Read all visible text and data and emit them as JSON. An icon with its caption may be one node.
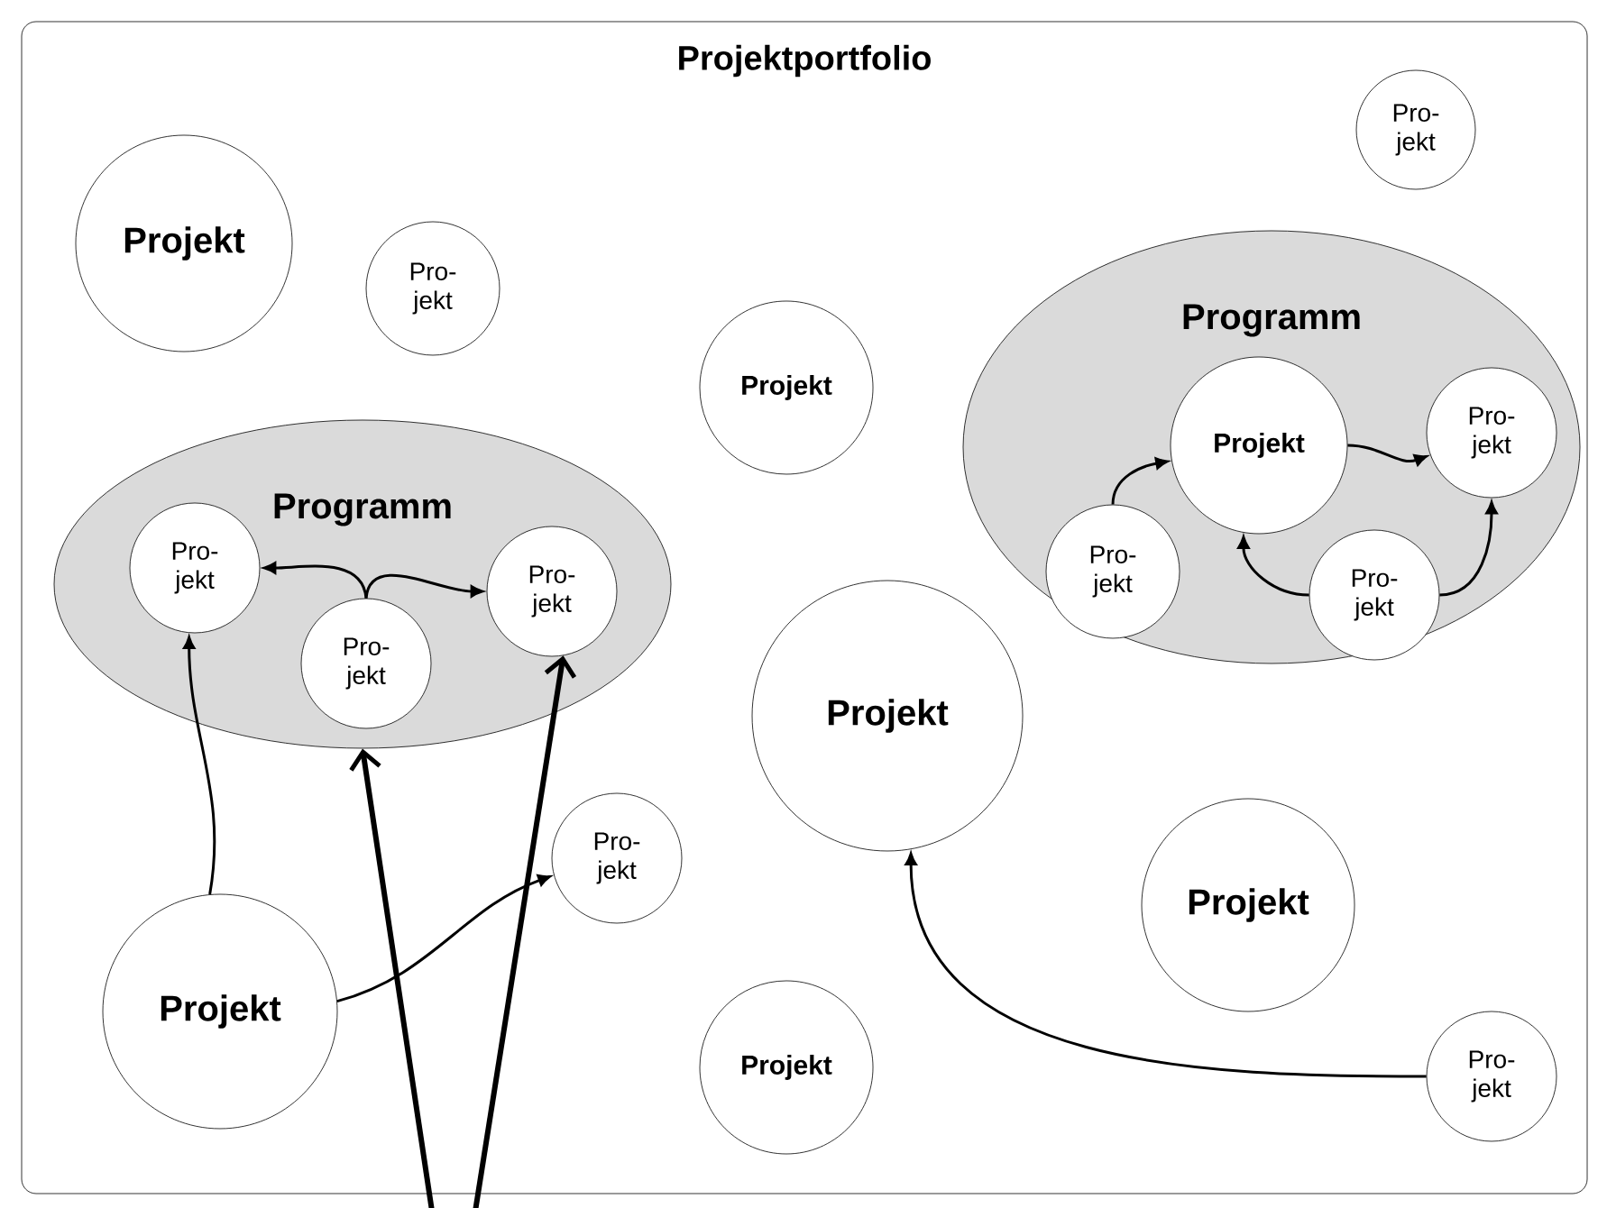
{
  "diagram": {
    "nodes": [
      {
        "text": [
          "Projektportfolio"
        ]
      },
      {
        "text": [
          "Projekt"
        ],
        "in": 0
      },
      {
        "text": [
          "Pro- jekt"
        ],
        "in": 0
      },
      {
        "text": [
          "Projekt"
        ],
        "in": 0
      },
      {
        "text": [
          "Pro- jekt"
        ],
        "in": 0
      },
      {
        "text": [
          "Programm"
        ],
        "in": 0
      },
      {
        "text": [
          "Pro- jekt"
        ],
        "in": 5
      },
      {
        "text": [
          "Pro- jekt"
        ],
        "in": 5
      },
      {
        "text": [
          "Pro- jekt"
        ],
        "in": 5
      },
      {
        "text": [
          "Programm"
        ],
        "in": 0
      },
      {
        "text": [
          "Pro- jekt"
        ],
        "in": 9
      },
      {
        "text": [
          "Projekt"
        ],
        "in": 9
      },
      {
        "text": [
          "Pro- jekt"
        ],
        "in": 9
      },
      {
        "text": [
          "Pro- jekt"
        ],
        "in": 9
      },
      {
        "text": [
          "Projekt"
        ],
        "in": 0
      },
      {
        "text": [
          "Pro- jekt"
        ],
        "in": 0
      },
      {
        "text": [
          "Projekt"
        ],
        "in": 0
      },
      {
        "text": [
          "Projekt"
        ],
        "in": 0
      },
      {
        "text": [
          "Projekt"
        ],
        "in": 0
      },
      {
        "text": [
          "Pro- jekt"
        ],
        "in": 0
      }
    ],
    "edges": [
      {
        "from": 17,
        "to": 6,
        "arrow": "to"
      },
      {
        "from": 17,
        "to": 15,
        "arrow": "to"
      },
      {
        "from": 7,
        "to": 6,
        "arrow": "to"
      },
      {
        "from": 7,
        "to": 8,
        "arrow": "to"
      },
      {
        "from": null,
        "to": 5,
        "arrow": "to",
        "style": "thick"
      },
      {
        "from": null,
        "to": 8,
        "arrow": "to",
        "style": "thick"
      },
      {
        "from": 10,
        "to": 11,
        "arrow": "to"
      },
      {
        "from": 11,
        "to": 12,
        "arrow": "to"
      },
      {
        "from": 13,
        "to": 11,
        "arrow": "to"
      },
      {
        "from": 13,
        "to": 12,
        "arrow": "to"
      },
      {
        "from": 19,
        "to": 14,
        "arrow": "to"
      }
    ]
  }
}
